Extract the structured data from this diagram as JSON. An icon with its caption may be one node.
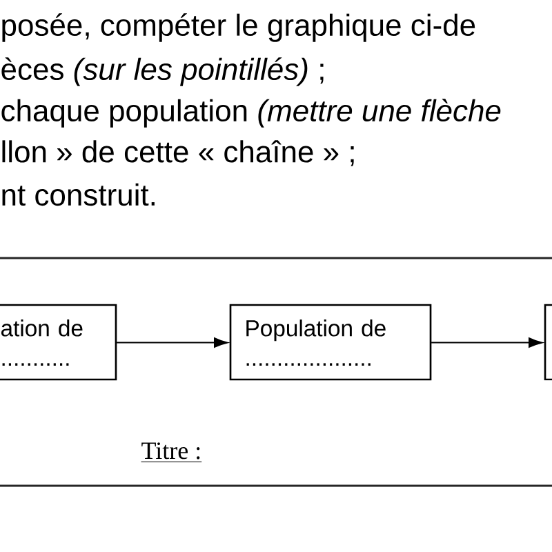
{
  "diagram": {
    "nodes": [
      {
        "text": [
          "ation de",
          "..........."
        ]
      },
      {
        "text": [
          "Population de",
          "...................."
        ]
      },
      {
        "text": [],
        "shape": "box"
      }
    ],
    "edges": [
      {
        "from": 0,
        "to": 1,
        "arrow": "to"
      },
      {
        "from": 1,
        "to": 2,
        "arrow": "to"
      }
    ],
    "labels": [
      "posée, compéter le graphique ci-de",
      "èces *(sur les pointillés)* ;",
      "chaque population *(mettre une flèche*",
      "llon » de cette « chaîne » ;",
      "nt construit.",
      "Titre :"
    ]
  }
}
